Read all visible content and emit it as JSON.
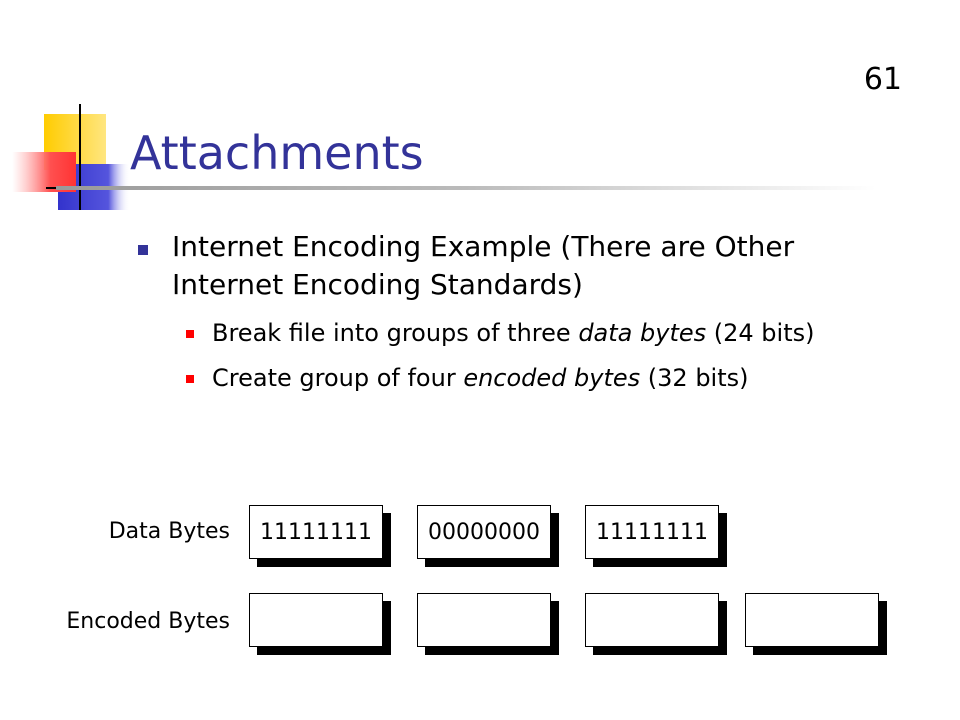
{
  "slide": {
    "number": "61",
    "title": "Attachments"
  },
  "bullets": {
    "main": "Internet Encoding Example (There are Other Internet Encoding Standards)",
    "sub1_pre": "Break file into groups of three ",
    "sub1_em": "data bytes",
    "sub1_post": " (24 bits)",
    "sub2_pre": "Create group of four ",
    "sub2_em": "encoded bytes",
    "sub2_post": " (32 bits)"
  },
  "diagram": {
    "data_label": "Data Bytes",
    "encoded_label": "Encoded Bytes",
    "data_bytes": [
      "11111111",
      "00000000",
      "11111111"
    ],
    "encoded_bytes": [
      "",
      "",
      "",
      ""
    ]
  },
  "colors": {
    "title": "#333399",
    "bullet_main": "#333399",
    "bullet_sub": "#ff0000"
  }
}
